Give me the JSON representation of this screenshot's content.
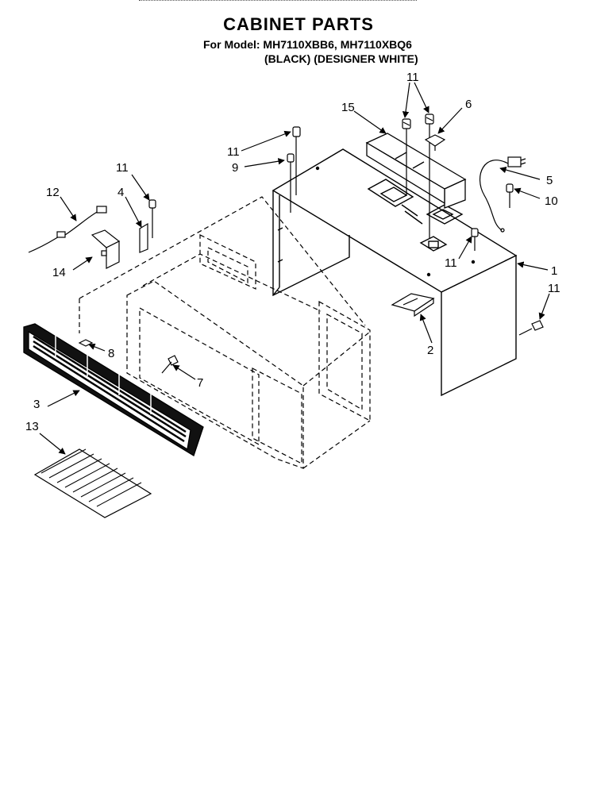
{
  "header": {
    "title": "CABINET PARTS",
    "model_line": "For Model: MH7110XBB6, MH7110XBQ6",
    "color_line": "(BLACK)  (DESIGNER WHITE)"
  },
  "callouts": [
    "11",
    "6",
    "15",
    "11",
    "9",
    "5",
    "10",
    "11",
    "4",
    "12",
    "14",
    "11",
    "1",
    "11",
    "8",
    "2",
    "3",
    "7",
    "13"
  ]
}
